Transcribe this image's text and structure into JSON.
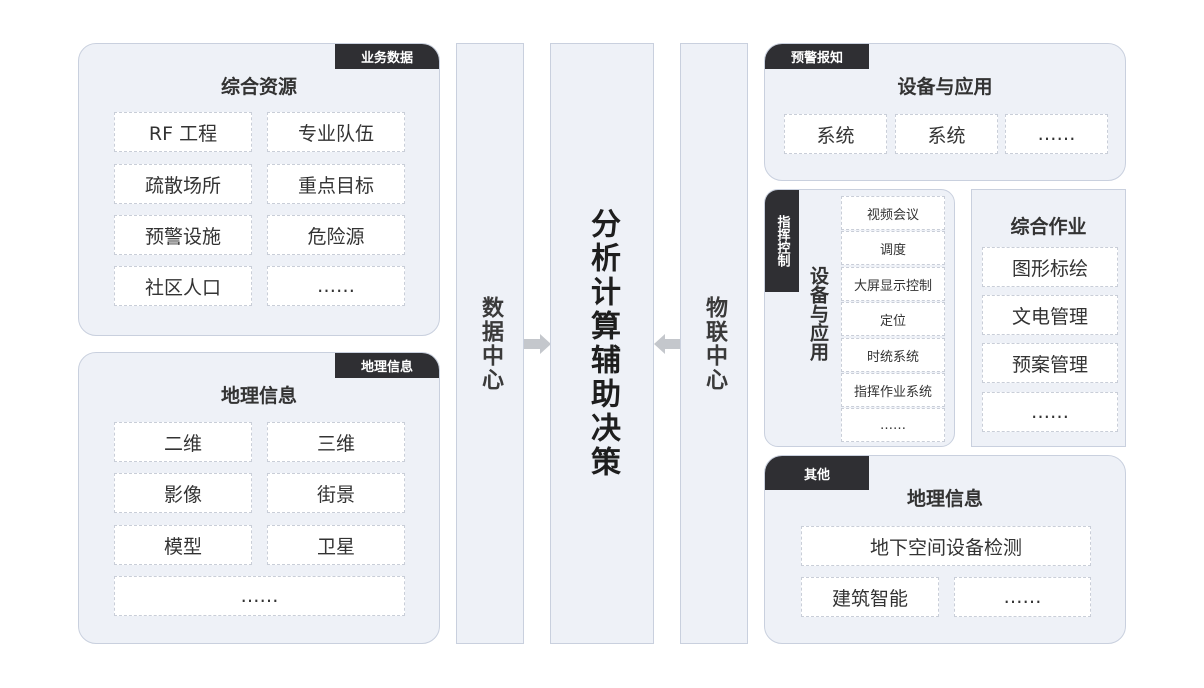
{
  "left_top": {
    "tag": "业务数据",
    "title": "综合资源",
    "items": [
      "RF 工程",
      "专业队伍",
      "疏散场所",
      "重点目标",
      "预警设施",
      "危险源",
      "社区人口",
      "……"
    ]
  },
  "left_bottom": {
    "tag": "地理信息",
    "title": "地理信息",
    "items": [
      "二维",
      "三维",
      "影像",
      "街景",
      "模型",
      "卫星",
      "……"
    ]
  },
  "col_data_center": "数据中心",
  "col_analysis": "分析计算辅助决策",
  "col_iot_center": "物联中心",
  "right_top": {
    "tag": "预警报知",
    "title": "设备与应用",
    "items": [
      "系统",
      "系统",
      "……"
    ]
  },
  "right_middle": {
    "tag": "指挥控制",
    "vertical_title": "设备与应用",
    "items": [
      "视频会议",
      "调度",
      "大屏显示控制",
      "定位",
      "时统系统",
      "指挥作业系统",
      "……"
    ]
  },
  "right_side": {
    "title": "综合作业",
    "items": [
      "图形标绘",
      "文电管理",
      "预案管理",
      "……"
    ]
  },
  "right_bottom": {
    "tag": "其他",
    "title": "地理信息",
    "items": [
      "地下空间设备检测",
      "建筑智能",
      "……"
    ]
  },
  "colors": {
    "panel_bg": "#eef1f7",
    "panel_border": "#c9d0de",
    "tag_bg": "#2f2f33",
    "arrow": "#c4c7cc"
  }
}
